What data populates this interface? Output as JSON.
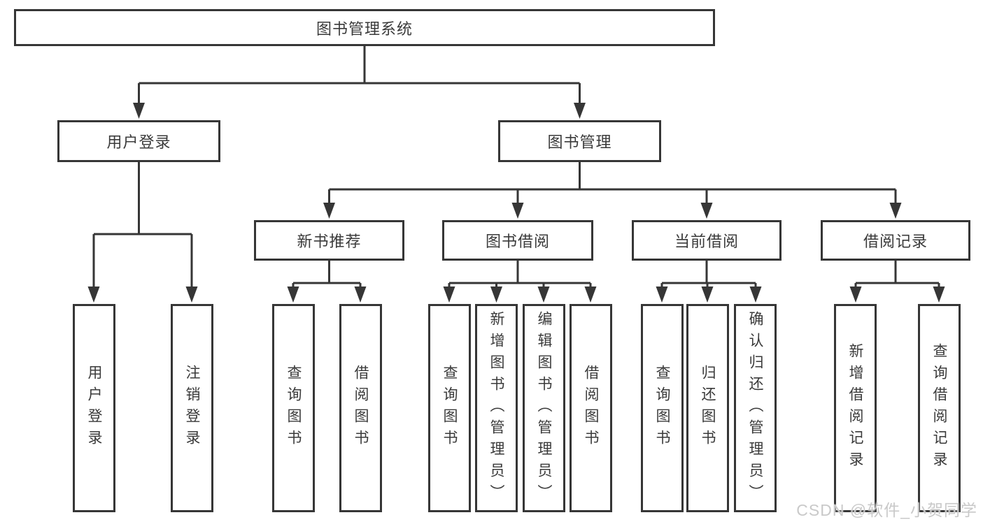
{
  "tree": {
    "root": {
      "label": "图书管理系统",
      "children": [
        {
          "label": "用户登录",
          "children": [
            {
              "label": "用户登录"
            },
            {
              "label": "注销登录"
            }
          ]
        },
        {
          "label": "图书管理",
          "children": [
            {
              "label": "新书推荐",
              "children": [
                {
                  "label": "查询图书"
                },
                {
                  "label": "借阅图书"
                }
              ]
            },
            {
              "label": "图书借阅",
              "children": [
                {
                  "label": "查询图书"
                },
                {
                  "label": "新增图书（管理员）"
                },
                {
                  "label": "编辑图书（管理员）"
                },
                {
                  "label": "借阅图书"
                }
              ]
            },
            {
              "label": "当前借阅",
              "children": [
                {
                  "label": "查询图书"
                },
                {
                  "label": "归还图书"
                },
                {
                  "label": "确认归还（管理员）"
                }
              ]
            },
            {
              "label": "借阅记录",
              "children": [
                {
                  "label": "新增借阅记录"
                },
                {
                  "label": "查询借阅记录"
                }
              ]
            }
          ]
        }
      ]
    }
  },
  "watermark": {
    "text": "CSDN @软件_小贺同学"
  },
  "colors": {
    "line": "#363636",
    "box_border": "#363636",
    "text": "#3a3a3a",
    "background": "#ffffff",
    "watermark": "#c9c9c9"
  }
}
